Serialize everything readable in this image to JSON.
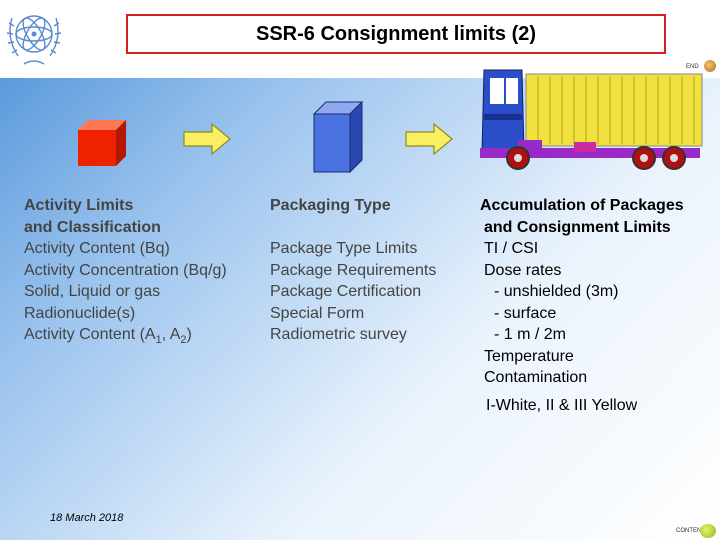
{
  "title": "SSR-6 Consignment limits (2)",
  "nav": {
    "end_label": "END",
    "contents_label": "CONTENTS"
  },
  "footer": {
    "date": "18 March 2018"
  },
  "columns": {
    "activity": {
      "heading": [
        "Activity Limits",
        "and Classification"
      ],
      "items": [
        "Activity Content (Bq)",
        "Activity Concentration (Bq/g)",
        "Solid, Liquid or gas",
        "Radionuclide(s)"
      ],
      "last_item": {
        "prefix": "Activity Content (A",
        "sub1": "1",
        "mid": ", A",
        "sub2": "2",
        "suffix": ")"
      }
    },
    "packaging": {
      "heading": "Packaging Type",
      "items": [
        "Package Type Limits",
        "Package Requirements",
        "Package Certification",
        "Special Form",
        "Radiometric survey"
      ]
    },
    "accumulation": {
      "heading": [
        "Accumulation of Packages",
        "and Consignment Limits"
      ],
      "items": [
        "TI / CSI",
        "Dose rates",
        "- unshielded (3m)",
        "- surface",
        "- 1 m / 2m",
        "Temperature",
        "Contamination"
      ],
      "footer": "I-White, II & III Yellow"
    }
  },
  "colors": {
    "title_border": "#d02020",
    "red_cube": "#ee2200",
    "blue_cube": "#4a72e0",
    "arrow": "#f8f060",
    "truck_cab": "#2a4ec8",
    "truck_cargo": "#f0e040"
  }
}
